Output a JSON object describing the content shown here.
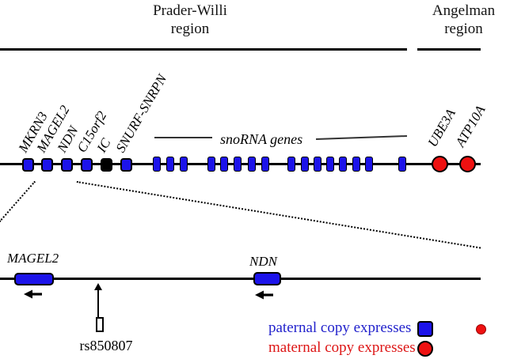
{
  "titles": {
    "prader_willi": "Prader-Willi\nregion",
    "angelman": "Angelman\nregion"
  },
  "top_map": {
    "genes": [
      {
        "name": "MKRN3",
        "expression": "paternal",
        "shape": "square"
      },
      {
        "name": "MAGEL2",
        "expression": "paternal",
        "shape": "square"
      },
      {
        "name": "NDN",
        "expression": "paternal",
        "shape": "square"
      },
      {
        "name": "C15orf2",
        "expression": "paternal",
        "shape": "square"
      },
      {
        "name": "IC",
        "expression": "imprinting-center",
        "shape": "black-square"
      },
      {
        "name": "SNURF-SNRPN",
        "expression": "paternal",
        "shape": "square"
      },
      {
        "name": "UBE3A",
        "expression": "maternal",
        "shape": "red-circle"
      },
      {
        "name": "ATP10A",
        "expression": "maternal",
        "shape": "red-circle"
      }
    ],
    "sno_label": "snoRNA genes",
    "sno_gene_cluster_counts": [
      3,
      5,
      7,
      1
    ]
  },
  "detail_map": {
    "gene_left": "MAGEL2",
    "gene_right": "NDN",
    "snp": "rs850807"
  },
  "legend": {
    "paternal": {
      "label": "paternal copy expresses",
      "color": "#1c13ea",
      "shape": "square"
    },
    "maternal": {
      "label": "maternal copy expresses",
      "color": "#ee1111",
      "shape": "circle"
    }
  },
  "colors": {
    "paternal_blue": "#1c13ea",
    "maternal_red": "#ee1111",
    "imprinting_center_black": "#000000"
  }
}
